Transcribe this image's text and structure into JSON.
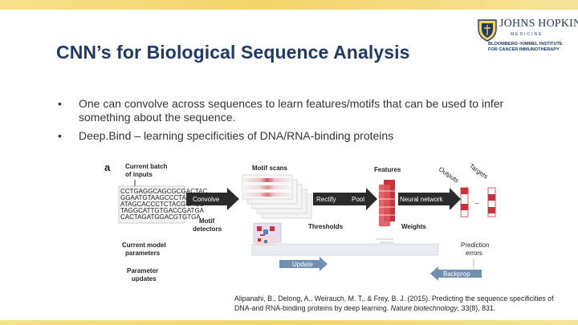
{
  "slide": {
    "title": "CNN’s for Biological Sequence Analysis",
    "bullets": [
      "One can convolve across sequences to learn features/motifs that can be used to infer something about the sequence.",
      "Deep.Bind – learning specificities of DNA/RNA-binding proteins"
    ],
    "bullet_glyph": "•"
  },
  "logo": {
    "name": "JOHNS HOPKINS",
    "sub": "MEDICINE",
    "institute_line1": "BLOOMBERG~KIMMEL INSTITUTE",
    "institute_line2": "FOR CANCER IMMUNOTHERAPY"
  },
  "figure": {
    "panel_letter": "a",
    "labels": {
      "current_batch": "Current batch",
      "of_inputs": "of inputs",
      "convolve": "Convolve",
      "motif_scans": "Motif scans",
      "features": "Features",
      "outputs": "Outputs",
      "targets": "Targets",
      "rectify": "Rectify",
      "pool": "Pool",
      "neural_network": "Neural network",
      "motif": "Motif",
      "detectors": "detectors",
      "thresholds": "Thresholds",
      "weights": "Weights",
      "current_model": "Current model",
      "parameters": "parameters",
      "prediction": "Prediction",
      "errors": "errors",
      "update": "Update",
      "parameter": "Parameter",
      "updates": "updates",
      "backprop": "Backprop"
    },
    "sequences": [
      "CCTGAGGCAGCGCGACTAC",
      "GGAATGTAAGCCCTAGCTC",
      "ATAGCACCCTCTACGCACC",
      "TAGGCATTGTGACCGATGA",
      "CACTAGATGGACGTGTGA"
    ],
    "colors": {
      "dark_arrow": "#2b2b2b",
      "update_arrow": "#6f8fb3",
      "red": "#c8323a"
    }
  },
  "citation": {
    "text": "Alipanahi, B., Delong, A., Weirauch, M. T., & Frey, B. J. (2015). Predicting the sequence specificities of DNA-and RNA-binding proteins by deep learning.",
    "journal": "Nature biotechnology",
    "rest": ", 33(8), 831."
  },
  "colors": {
    "title": "#1f3a68",
    "accent_bar": "#f3d46a",
    "body_text": "#333333"
  }
}
